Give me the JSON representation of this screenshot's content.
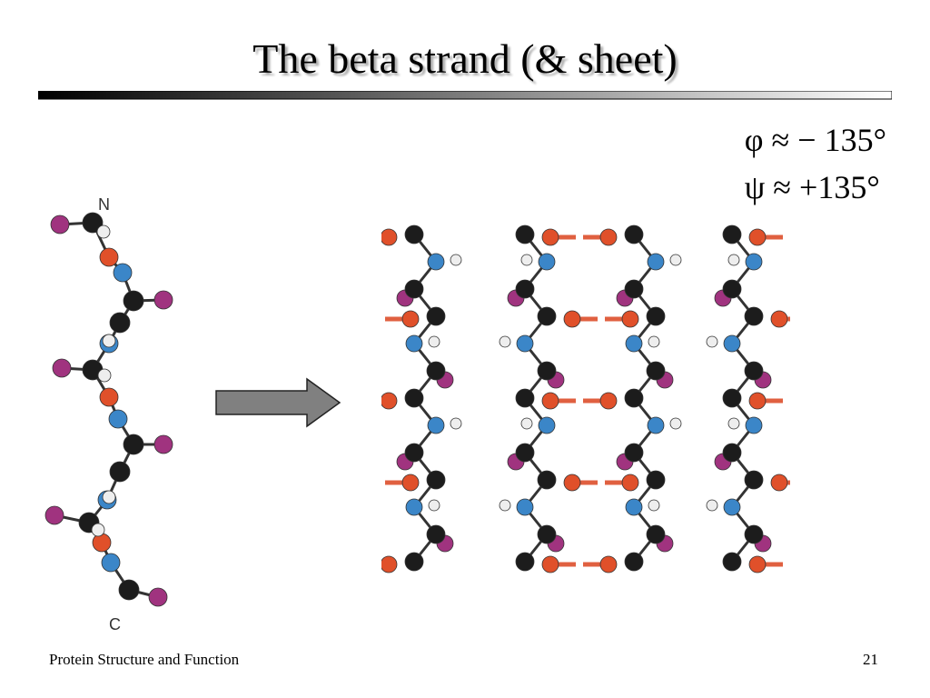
{
  "slide": {
    "title": "The beta strand (& sheet)",
    "phi_line": "φ ≈ − 135°",
    "psi_line": "ψ ≈ +135°",
    "strand_n_label": "N",
    "strand_c_label": "C",
    "footer_title": "Protein Structure and Function",
    "page_number": "21"
  },
  "colors": {
    "carbon": "#1c1c1c",
    "nitrogen": "#3b86c8",
    "oxygen": "#e0502a",
    "side_chain": "#a0337f",
    "hydrogen": "#eeeeee",
    "hbond": "#e06040",
    "arrow": "#808080"
  },
  "icons": [
    "right-arrow-icon"
  ]
}
